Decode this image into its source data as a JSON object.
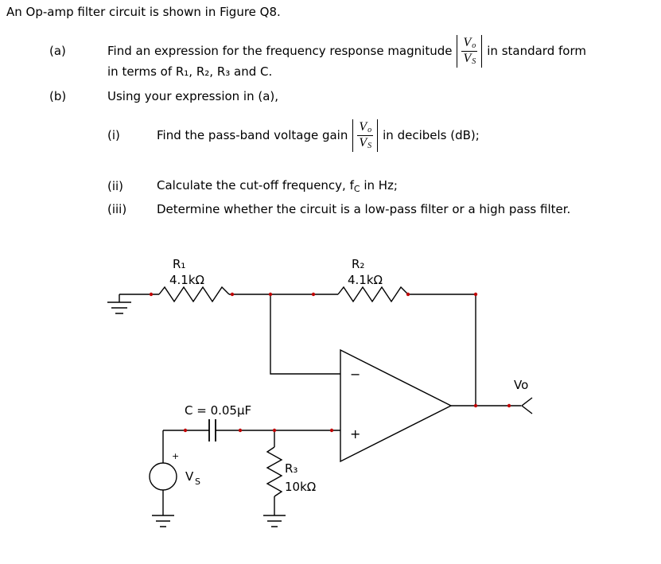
{
  "page": {
    "bg": "#ffffff",
    "text_color": "#000000",
    "accent_dot": "#c00000"
  },
  "intro": "An Op-amp filter circuit is shown in Figure Q8.",
  "qa": {
    "a": {
      "label": "(a)",
      "before": "Find an expression for the frequency response magnitude",
      "after": "in standard form",
      "line2": "in terms of R₁, R₂, R₃ and C."
    },
    "b": {
      "label": "(b)",
      "text": "Using your expression in (a),"
    },
    "i": {
      "label": "(i)",
      "before": "Find the pass-band voltage gain",
      "after": "in decibels (dB);"
    },
    "ii": {
      "label": "(ii)",
      "before": "Calculate the cut-off frequency, f",
      "sub": "C",
      "after": " in Hz;"
    },
    "iii": {
      "label": "(iii)",
      "text": "Determine whether the circuit is a low-pass filter or a high pass filter."
    }
  },
  "fraction": {
    "num_base": "V",
    "num_sub": "o",
    "den_base": "V",
    "den_sub": "S"
  },
  "circuit": {
    "r1_name": "R₁",
    "r1_value": "4.1kΩ",
    "r2_name": "R₂",
    "r2_value": "4.1kΩ",
    "r3_name": "R₃",
    "r3_value": "10kΩ",
    "cap_label": "C = 0.05μF",
    "vs_base": "V",
    "vs_sub": "S",
    "vs_plus": "+",
    "vo_label": "Vo",
    "opamp_minus": "−",
    "opamp_plus": "+"
  }
}
